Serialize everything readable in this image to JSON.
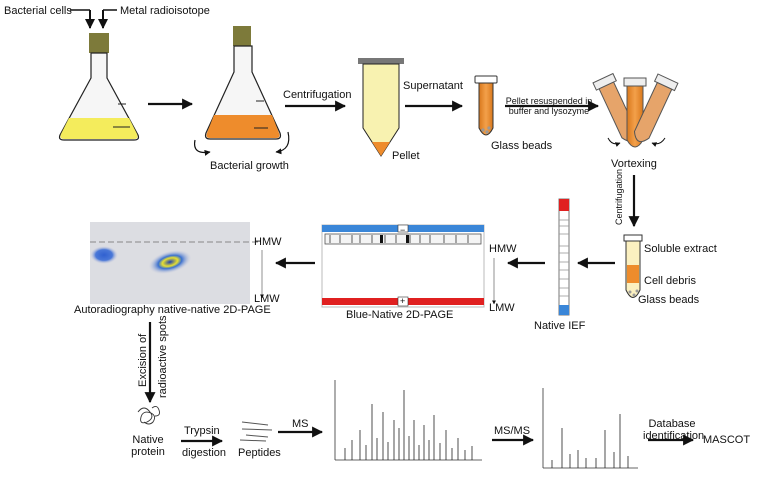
{
  "labels": {
    "bacterial_cells": "Bacterial cells",
    "metal_radioisotope": "Metal radioisotope",
    "bacterial_growth": "Bacterial growth",
    "centrifugation": "Centrifugation",
    "supernatant": "Supernatant",
    "pellet": "Pellet",
    "glass_beads_1": "Glass beads",
    "pellet_resuspended": "Pellet resuspended in",
    "buffer_lysozyme": "buffer and lysozyme",
    "vortexing": "Vortexing",
    "centrifugation_vertical": "Centrifugation",
    "soluble_extract": "Soluble extract",
    "cell_debris": "Cell debris",
    "glass_beads_2": "Glass beads",
    "native_ief": "Native IEF",
    "hmw_blue": "HMW",
    "lmw_blue": "LMW",
    "blue_native": "Blue-Native 2D-PAGE",
    "minus_sign": "−",
    "plus_sign": "+",
    "hmw_auto": "HMW",
    "lmw_auto": "LMW",
    "autoradiography": "Autoradiography native-native 2D-PAGE",
    "excision_of": "Excision of",
    "radioactive_spots": "radioactive spots",
    "native": "Native",
    "protein": "protein",
    "trypsin": "Trypsin",
    "digestion": "digestion",
    "peptides": "Peptides",
    "ms": "MS",
    "ms_ms": "MS/MS",
    "database": "Database",
    "identification": "identification",
    "mascot": "MASCOT"
  },
  "colors": {
    "flask_yellow": "#f4ec5c",
    "flask_orange": "#ee8c2c",
    "cap_green": "#7d7a3a",
    "tube_yellow": "#f8f2b0",
    "blue_bar": "#3a86d8",
    "red_bar": "#e02020",
    "spot_blue": "#2050c0",
    "spot_yellow": "#e8e030"
  }
}
